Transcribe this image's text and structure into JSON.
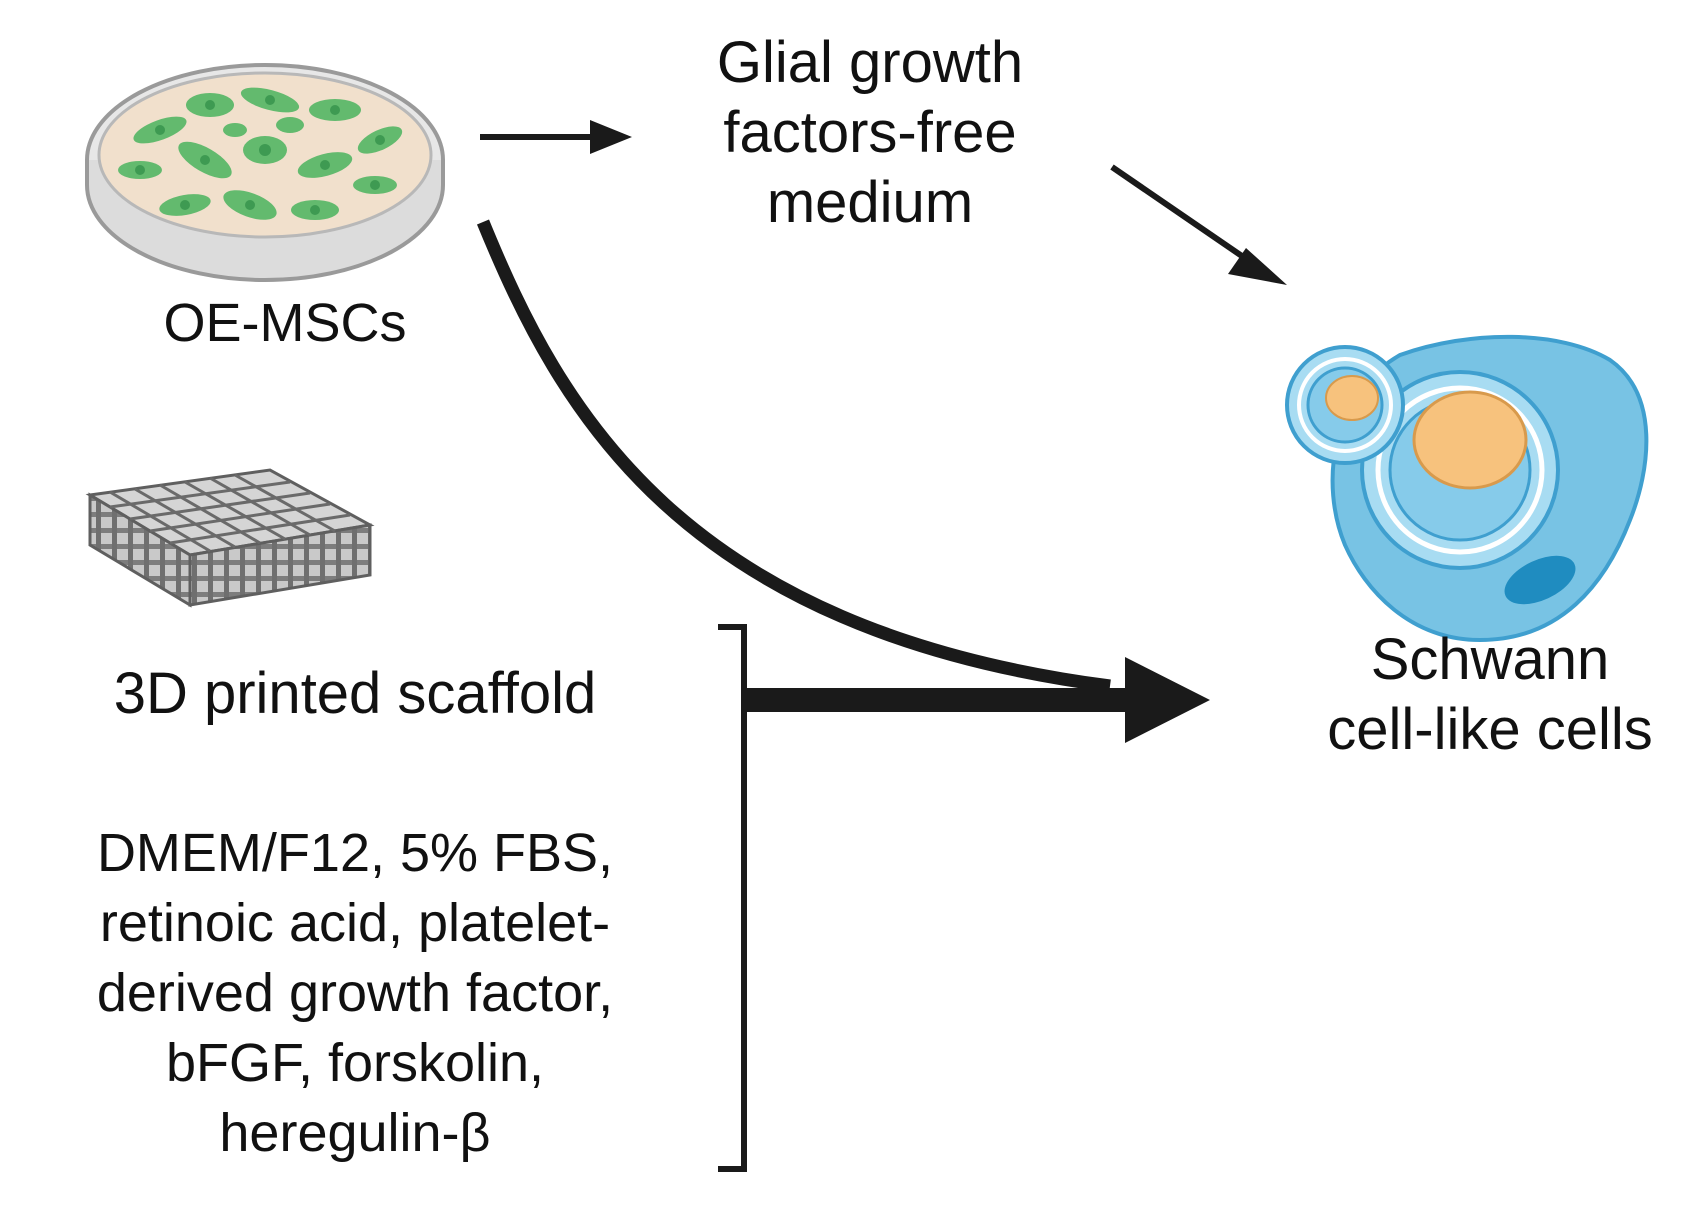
{
  "labels": {
    "source": "OE-MSCs",
    "medium_lines": [
      "Glial growth",
      "factors-free",
      "medium"
    ],
    "scaffold": "3D printed scaffold",
    "factors_lines": [
      "DMEM/F12, 5% FBS,",
      "retinoic acid,  platelet-",
      "derived growth  factor,",
      "bFGF, forskolin,",
      "heregulin-β"
    ],
    "target_lines": [
      "Schwann",
      "cell-like cells"
    ]
  },
  "colors": {
    "text": "#111111",
    "arrow": "#1a1a1a",
    "cell_green": "#5cb86a",
    "dish_medium": "#f1e0cc",
    "schwann_blue": "#78c3e4",
    "schwann_dark_blue": "#1f8cc0",
    "nucleus_orange": "#f7c27d",
    "scaffold_gray": "#8a8a8a"
  },
  "icons": [
    "petri-dish-icon",
    "scaffold-icon",
    "schwann-cell-icon"
  ]
}
